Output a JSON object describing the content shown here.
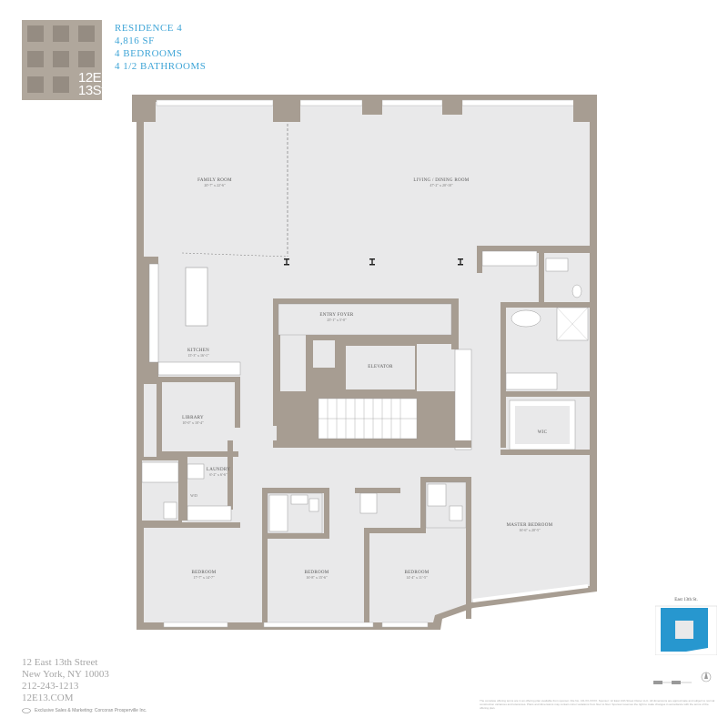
{
  "residence": {
    "name": "RESIDENCE 4",
    "area": "4,816 SF",
    "bedrooms": "4 BEDROOMS",
    "bathrooms": "4 1/2 BATHROOMS"
  },
  "logo": {
    "line1": "12E",
    "line2": "13St"
  },
  "rooms": {
    "family": {
      "name": "FAMILY ROOM",
      "dims": "20'-7\" x 22'-6\""
    },
    "living": {
      "name": "LIVING / DINING ROOM",
      "dims": "47'-2\" x 20'-10\""
    },
    "entry": {
      "name": "ENTRY FOYER",
      "dims": "25'-1\" x 5'-0\""
    },
    "kitchen": {
      "name": "KITCHEN",
      "dims": "15'-3\" x 16'-1\""
    },
    "elevator": {
      "name": "ELEVATOR"
    },
    "library": {
      "name": "LIBRARY",
      "dims": "10'-0\" x 10'-4\""
    },
    "laundry": {
      "name": "LAUNDRY",
      "dims": "6'-2\" x 6'-6\""
    },
    "wd": {
      "name": "W/D"
    },
    "wic": {
      "name": "WIC"
    },
    "master": {
      "name": "MASTER BEDROOM",
      "dims": "16'-6\" x 20'-5\""
    },
    "bed1": {
      "name": "BEDROOM",
      "dims": "17'-7\" x 14'-7\""
    },
    "bed2": {
      "name": "BEDROOM",
      "dims": "16'-8\" x 15'-6\""
    },
    "bed3": {
      "name": "BEDROOM",
      "dims": "14'-4\" x 11'-5\""
    }
  },
  "address": {
    "street": "12 East 13th Street",
    "city": "New York, NY 10003",
    "phone": "212-243-1213",
    "web": "12E13.COM"
  },
  "exclusive": "Exclusive Sales & Marketing: Corcoran Prosperville Inc.",
  "disclaimer": "The complete offering terms are in an offering plan available from sponsor. File No. CD-XX-XXXX. Sponsor: 12 East 13th Street Owner LLC. All dimensions are approximate and subject to normal construction variances and tolerances. Plans and dimensions may contain minor variations from floor to floor. Sponsor reserves the right to make changes in accordance with the terms of the offering plan.",
  "keyplan": {
    "label": "East 13th St."
  },
  "colors": {
    "wall": "#a79d92",
    "floor": "#e9e9ea",
    "accent": "#2797cf",
    "text_blue": "#3fa5d7"
  }
}
